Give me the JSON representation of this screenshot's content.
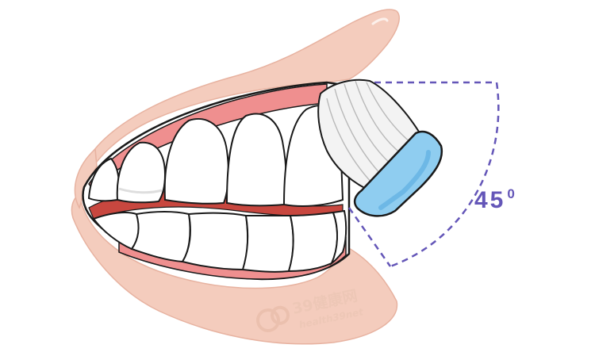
{
  "angle": {
    "value": "45",
    "superscript": "0",
    "color": "#6456b8"
  },
  "watermark": {
    "brand": "39健康网",
    "domain": "health39net"
  },
  "colors": {
    "lip": "#f4ccbd",
    "lip_outline": "#e7b2a0",
    "gum": "#ef8f8f",
    "gum_dark": "#d85b5b",
    "mouth_dark": "#c8473f",
    "tooth": "#ffffff",
    "tooth_shade": "#dedede",
    "brush_head": "#8fcdf0",
    "brush_head_dark": "#64b3e3",
    "bristle": "#f3f3f3",
    "guide_line": "#6456b8"
  }
}
